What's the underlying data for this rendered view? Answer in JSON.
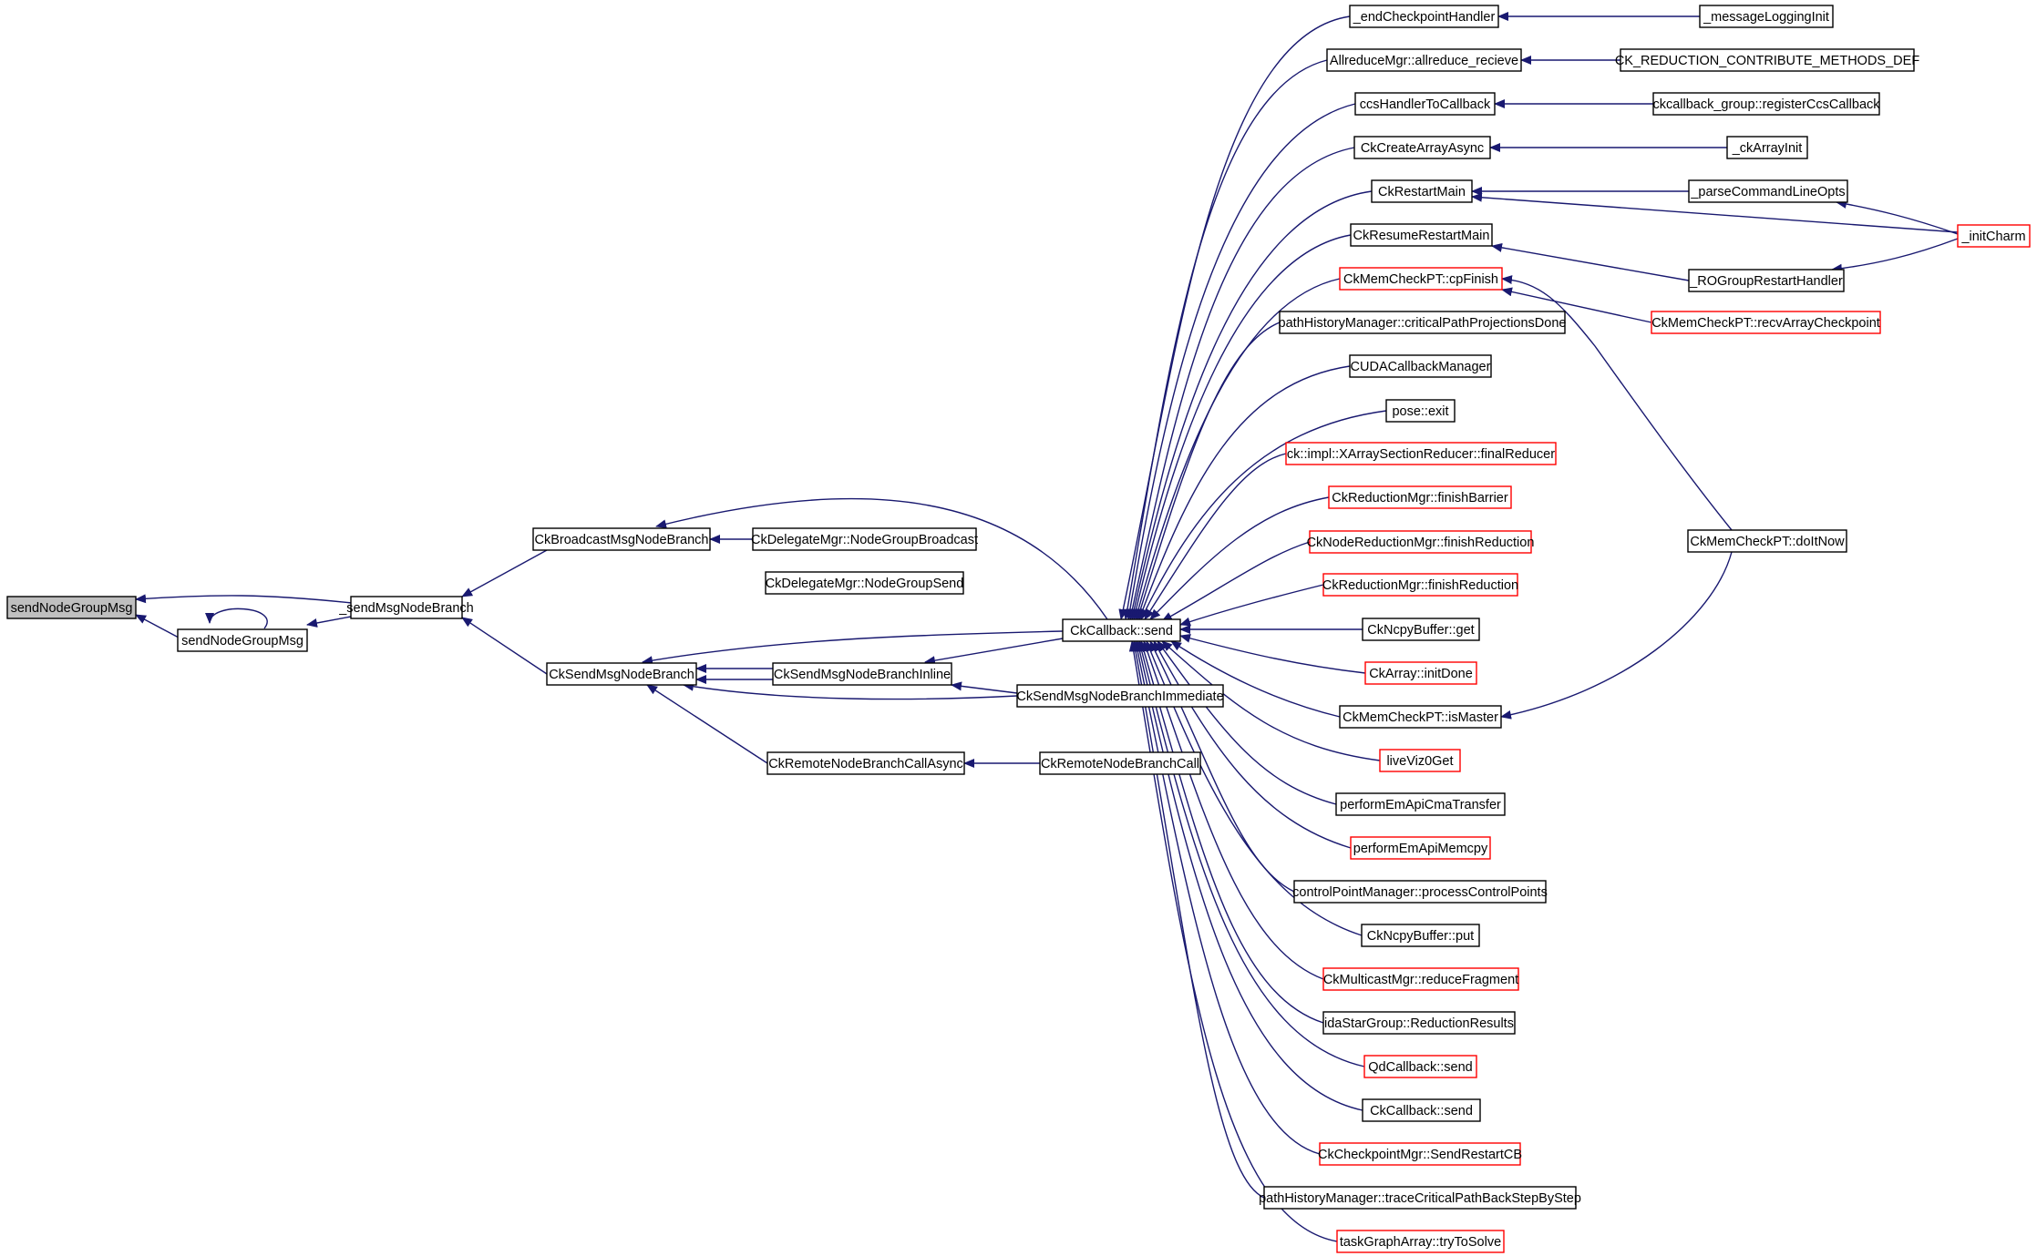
{
  "colors": {
    "edge": "#191970",
    "normal_border": "#000000",
    "truncated_border": "#ff0000",
    "focus_fill": "#bfbfbf",
    "node_fill": "#ffffff"
  },
  "nodes": [
    {
      "id": "root",
      "label": "sendNodeGroupMsg",
      "style": "focus"
    },
    {
      "id": "sngm2",
      "label": "sendNodeGroupMsg",
      "style": "normal"
    },
    {
      "id": "smnb",
      "label": "_sendMsgNodeBranch",
      "style": "normal"
    },
    {
      "id": "cbmnb",
      "label": "CkBroadcastMsgNodeBranch",
      "style": "normal"
    },
    {
      "id": "cdmngb",
      "label": "CkDelegateMgr::NodeGroupBroadcast",
      "style": "normal"
    },
    {
      "id": "csmnb",
      "label": "CkSendMsgNodeBranch",
      "style": "normal"
    },
    {
      "id": "cdmngs",
      "label": "CkDelegateMgr::NodeGroupSend",
      "style": "normal"
    },
    {
      "id": "csmnbi",
      "label": "CkSendMsgNodeBranchInline",
      "style": "normal"
    },
    {
      "id": "csmnbimm",
      "label": "CkSendMsgNodeBranchImmediate",
      "style": "normal"
    },
    {
      "id": "crnbca",
      "label": "CkRemoteNodeBranchCallAsync",
      "style": "normal"
    },
    {
      "id": "crnbc",
      "label": "CkRemoteNodeBranchCall",
      "style": "normal"
    },
    {
      "id": "cbsend",
      "label": "CkCallback::send",
      "style": "normal"
    },
    {
      "id": "ech",
      "label": "_endCheckpointHandler",
      "style": "normal"
    },
    {
      "id": "mli",
      "label": "_messageLoggingInit",
      "style": "normal"
    },
    {
      "id": "amar",
      "label": "AllreduceMgr::allreduce_recieve",
      "style": "normal"
    },
    {
      "id": "crcmd",
      "label": "CK_REDUCTION_CONTRIBUTE_METHODS_DEF",
      "style": "normal"
    },
    {
      "id": "chtc",
      "label": "ccsHandlerToCallback",
      "style": "normal"
    },
    {
      "id": "cgrcc",
      "label": "ckcallback_group::registerCcsCallback",
      "style": "normal"
    },
    {
      "id": "ccaa",
      "label": "CkCreateArrayAsync",
      "style": "normal"
    },
    {
      "id": "cai",
      "label": "_ckArrayInit",
      "style": "normal"
    },
    {
      "id": "crm",
      "label": "CkRestartMain",
      "style": "normal"
    },
    {
      "id": "pclo",
      "label": "_parseCommandLineOpts",
      "style": "normal"
    },
    {
      "id": "ic",
      "label": "_initCharm",
      "style": "truncated"
    },
    {
      "id": "crrm",
      "label": "CkResumeRestartMain",
      "style": "normal"
    },
    {
      "id": "rgrh",
      "label": "_ROGroupRestartHandler",
      "style": "normal"
    },
    {
      "id": "cmcpf",
      "label": "CkMemCheckPT::cpFinish",
      "style": "truncated"
    },
    {
      "id": "cmcprac",
      "label": "CkMemCheckPT::recvArrayCheckpoint",
      "style": "truncated"
    },
    {
      "id": "phmcppd",
      "label": "pathHistoryManager::criticalPathProjectionsDone",
      "style": "normal"
    },
    {
      "id": "cudacm",
      "label": "CUDACallbackManager",
      "style": "normal"
    },
    {
      "id": "pexit",
      "label": "pose::exit",
      "style": "normal"
    },
    {
      "id": "xasrfr",
      "label": "ck::impl::XArraySectionReducer::finalReducer",
      "style": "truncated"
    },
    {
      "id": "crmfb",
      "label": "CkReductionMgr::finishBarrier",
      "style": "truncated"
    },
    {
      "id": "cnrmfr",
      "label": "CkNodeReductionMgr::finishReduction",
      "style": "truncated"
    },
    {
      "id": "crmfr",
      "label": "CkReductionMgr::finishReduction",
      "style": "truncated"
    },
    {
      "id": "cmcpdin",
      "label": "CkMemCheckPT::doItNow",
      "style": "normal"
    },
    {
      "id": "cnbget",
      "label": "CkNcpyBuffer::get",
      "style": "normal"
    },
    {
      "id": "caid",
      "label": "CkArray::initDone",
      "style": "truncated"
    },
    {
      "id": "cmcpim",
      "label": "CkMemCheckPT::isMaster",
      "style": "normal"
    },
    {
      "id": "lv0g",
      "label": "liveViz0Get",
      "style": "truncated"
    },
    {
      "id": "peact",
      "label": "performEmApiCmaTransfer",
      "style": "normal"
    },
    {
      "id": "peamc",
      "label": "performEmApiMemcpy",
      "style": "truncated"
    },
    {
      "id": "cpmpcp",
      "label": "controlPointManager::processControlPoints",
      "style": "normal"
    },
    {
      "id": "cnbput",
      "label": "CkNcpyBuffer::put",
      "style": "normal"
    },
    {
      "id": "cmmrf",
      "label": "CkMulticastMgr::reduceFragment",
      "style": "truncated"
    },
    {
      "id": "isgrr",
      "label": "idaStarGroup::ReductionResults",
      "style": "normal"
    },
    {
      "id": "qdcs",
      "label": "QdCallback::send",
      "style": "truncated"
    },
    {
      "id": "cbsend2",
      "label": "CkCallback::send",
      "style": "normal"
    },
    {
      "id": "ccmsrcb",
      "label": "CkCheckpointMgr::SendRestartCB",
      "style": "truncated"
    },
    {
      "id": "phmtcp",
      "label": "pathHistoryManager::traceCriticalPathBackStepByStep",
      "style": "normal"
    },
    {
      "id": "tgats",
      "label": "taskGraphArray::tryToSolve",
      "style": "truncated"
    }
  ]
}
